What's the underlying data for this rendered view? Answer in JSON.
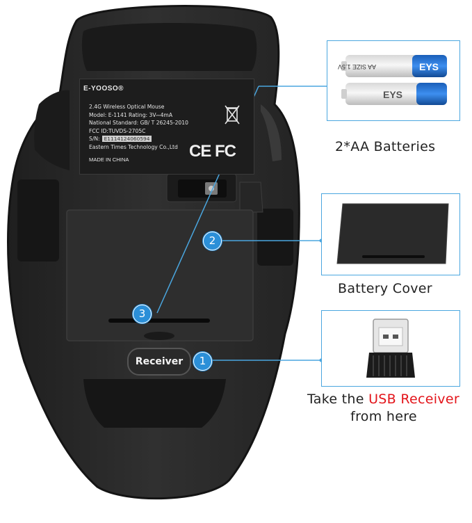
{
  "label": {
    "brand": "E-YOOSO®",
    "lines": [
      "2.4G Wireless Optical Mouse",
      "Model: E-1141    Rating: 3V⎓4mA",
      "National Standard: GB/ T 26245-2010",
      "FCC ID:TUVDS-2705C"
    ],
    "sn_prefix": "S/N:",
    "sn_value": "E1114124060594",
    "manufacturer": "Eastern Times Technology Co.,Ltd",
    "made_in": "MADE IN CHINA",
    "certifications": "CE FC"
  },
  "mouse": {
    "receiver_slot_label": "Receiver"
  },
  "callouts": [
    {
      "number": "1",
      "target": "receiver"
    },
    {
      "number": "2",
      "target": "battery-cover"
    },
    {
      "number": "3",
      "target": "batteries"
    }
  ],
  "captions": {
    "batteries": "2*AA Batteries",
    "battery_cover": "Battery Cover",
    "receiver_prefix": "Take the ",
    "receiver_highlight": "USB Receiver",
    "receiver_suffix": "from here"
  },
  "battery_print": {
    "brand": "EYS",
    "size": "AA SIZE 1.5V"
  },
  "colors": {
    "accent": "#2b8fd8",
    "frame": "#4aa6df",
    "highlight": "#e3141a",
    "mouse_body": "#2c2c2c"
  }
}
